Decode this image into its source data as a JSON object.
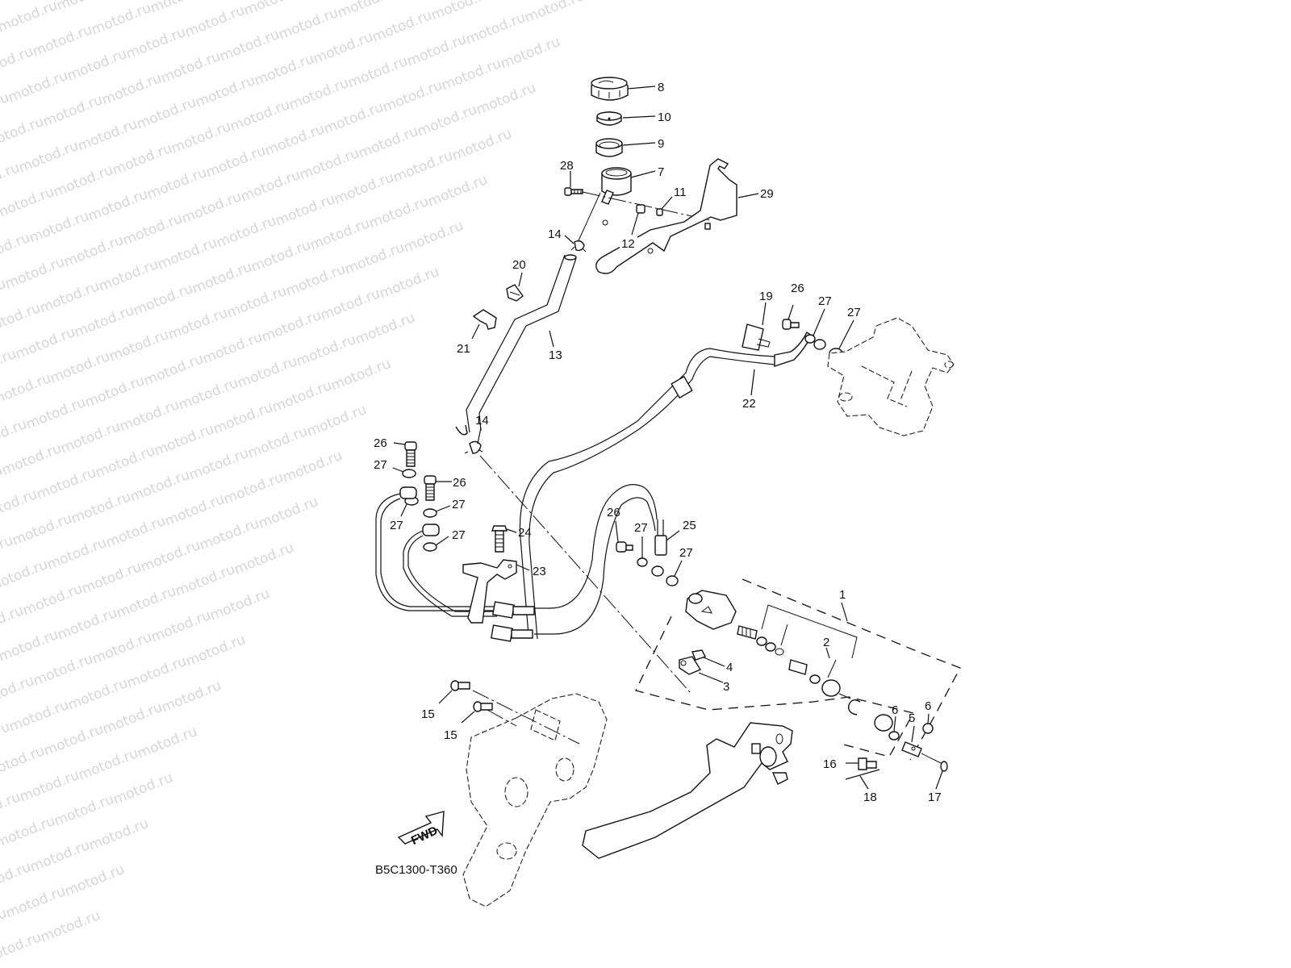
{
  "diagram": {
    "watermark_text": "motod.ru",
    "code": "B5C1300-T360",
    "fwd_label": "FWD",
    "callouts": {
      "c1": "1",
      "c2": "2",
      "c3": "3",
      "c4": "4",
      "c5": "5",
      "c6a": "6",
      "c6b": "6",
      "c7": "7",
      "c8": "8",
      "c9": "9",
      "c10": "10",
      "c11": "11",
      "c12": "12",
      "c13": "13",
      "c14a": "14",
      "c14b": "14",
      "c15a": "15",
      "c15b": "15",
      "c16": "16",
      "c17": "17",
      "c18": "18",
      "c19": "19",
      "c20": "20",
      "c21": "21",
      "c22": "22",
      "c23": "23",
      "c24": "24",
      "c25": "25",
      "c26a": "26",
      "c26b": "26",
      "c26c": "26",
      "c26d": "26",
      "c27a": "27",
      "c27b": "27",
      "c27c": "27",
      "c27d": "27",
      "c27e": "27",
      "c27f": "27",
      "c27g": "27",
      "c27h": "27",
      "c28": "28",
      "c29": "29"
    }
  }
}
